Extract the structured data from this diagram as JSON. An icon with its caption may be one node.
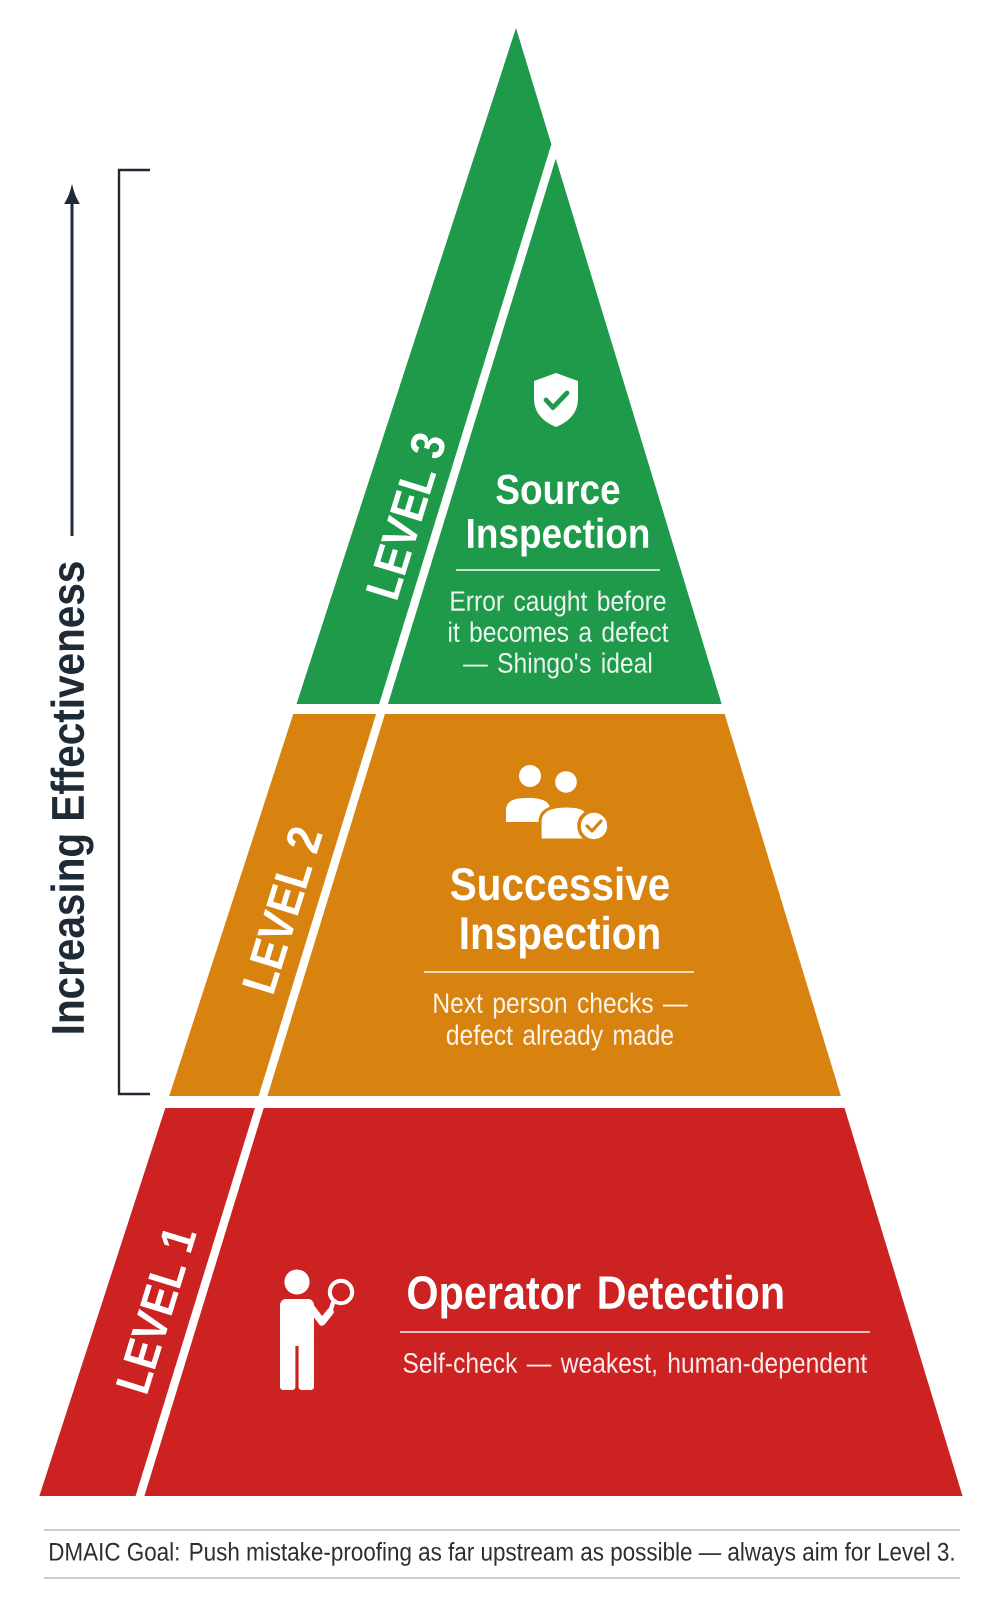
{
  "diagram": {
    "nodes": [
      {
        "text": [
          "LEVEL 3"
        ]
      },
      {
        "text": [
          "Source Inspection",
          "Error caught before it becomes a defect — Shingo's ideal"
        ]
      },
      {
        "text": [
          "LEVEL 2"
        ]
      },
      {
        "text": [
          "Successive Inspection",
          "Next person checks — defect already made"
        ]
      },
      {
        "text": [
          "LEVEL 1"
        ]
      },
      {
        "text": [
          "Operator Detection",
          "Self-check — weakest, human-dependent"
        ]
      }
    ],
    "labels": [
      "Increasing Effectiveness"
    ],
    "caption": "DMAIC Goal: Push mistake-proofing as far upstream as possible — always aim for Level 3."
  }
}
